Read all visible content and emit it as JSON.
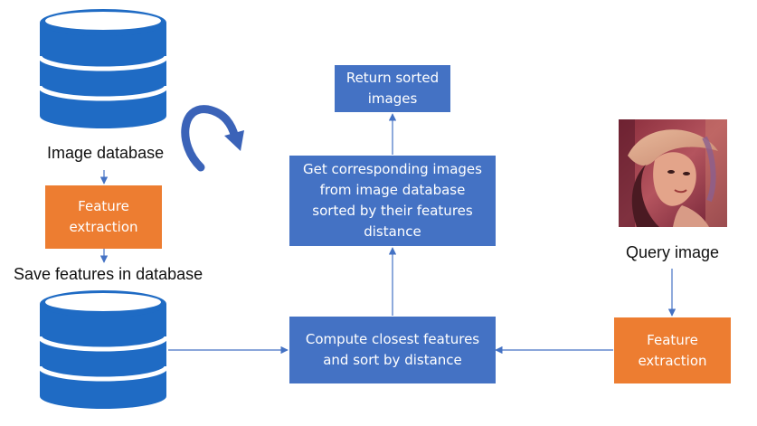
{
  "labels": {
    "image_database": "Image database",
    "save_features": "Save features in database",
    "query_image": "Query image"
  },
  "boxes": {
    "feature_extraction_left": "Feature\nextraction",
    "feature_extraction_right": "Feature\nextraction",
    "compute_closest": "Compute closest features\nand sort by distance",
    "get_corresponding": "Get corresponding images\nfrom image database\nsorted by their features\ndistance",
    "return_sorted": "Return sorted\nimages"
  },
  "colors": {
    "process_box": "#4472C4",
    "feature_box": "#ED7D31",
    "database": "#1F6BC4",
    "arrow": "#4472C4",
    "curved_arrow": "#3B63B8"
  },
  "icons": [
    "database-icon",
    "curved-arrow-icon",
    "query-photo"
  ]
}
